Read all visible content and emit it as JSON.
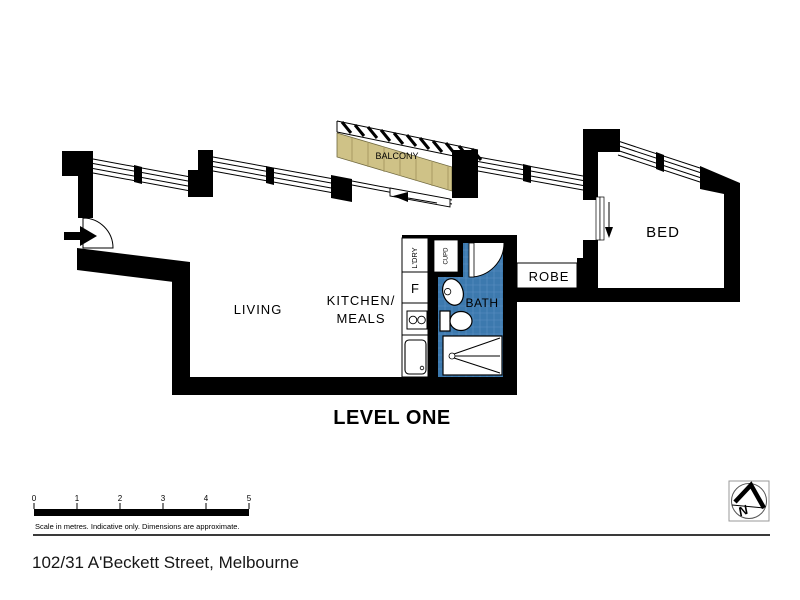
{
  "title": "LEVEL ONE",
  "address": "102/31 A'Beckett Street, Melbourne",
  "rooms": {
    "living": "LIVING",
    "kitchen_line1": "KITCHEN/",
    "kitchen_line2": "MEALS",
    "bath": "BATH",
    "robe": "ROBE",
    "bed": "BED",
    "balcony": "BALCONY",
    "laundry": "L'DRY",
    "cupboard": "CUPD",
    "fridge": "F"
  },
  "scale_bar": {
    "ticks": [
      "0",
      "1",
      "2",
      "3",
      "4",
      "5"
    ],
    "caption": "Scale in metres. Indicative only. Dimensions are approximate."
  },
  "north_indicator": {
    "label": "N"
  },
  "colors": {
    "wall": "#000000",
    "bath_tile": "#3c79ae",
    "balcony_floor": "#cfc287"
  }
}
